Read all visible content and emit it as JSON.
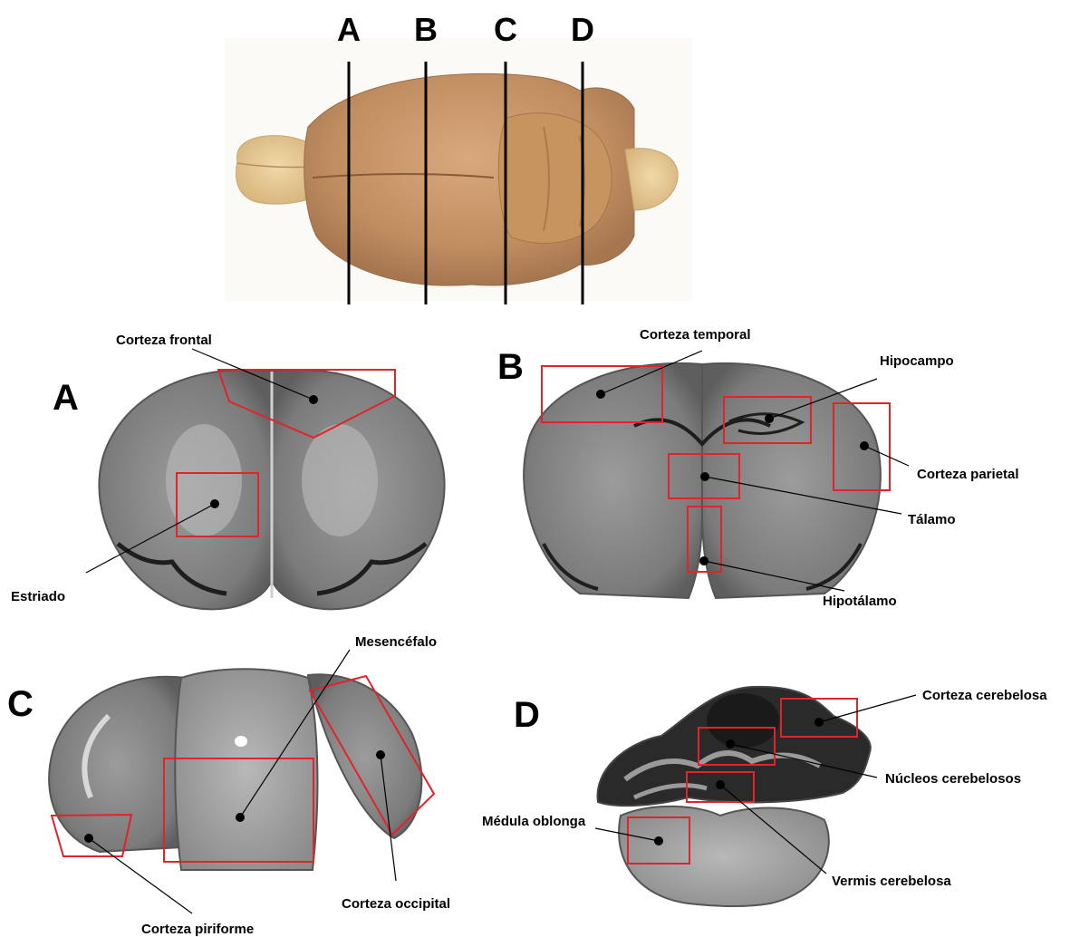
{
  "colors": {
    "box": "#e0242a",
    "line": "#000000",
    "brain_surface": "#c8976a",
    "slice_tissue": "#8a8a8a",
    "slice_dark": "#1e1e1e"
  },
  "cut_lines": [
    "A",
    "B",
    "C",
    "D"
  ],
  "panels": {
    "A": {
      "letter": "A",
      "labels": {
        "frontal": "Corteza frontal",
        "striatum": "Estriado"
      }
    },
    "B": {
      "letter": "B",
      "labels": {
        "temporal": "Corteza temporal",
        "hippocampus": "Hipocampo",
        "parietal": "Corteza parietal",
        "thalamus": "Tálamo",
        "hypothalamus": "Hipotálamo"
      }
    },
    "C": {
      "letter": "C",
      "labels": {
        "midbrain": "Mesencéfalo",
        "occipital": "Corteza occipital",
        "piriform": "Corteza piriforme"
      }
    },
    "D": {
      "letter": "D",
      "labels": {
        "cerebellar_cortex": "Corteza cerebelosa",
        "cerebellar_nuclei": "Núcleos cerebelosos",
        "vermis": "Vermis cerebelosa",
        "medulla": "Médula oblonga"
      }
    }
  }
}
